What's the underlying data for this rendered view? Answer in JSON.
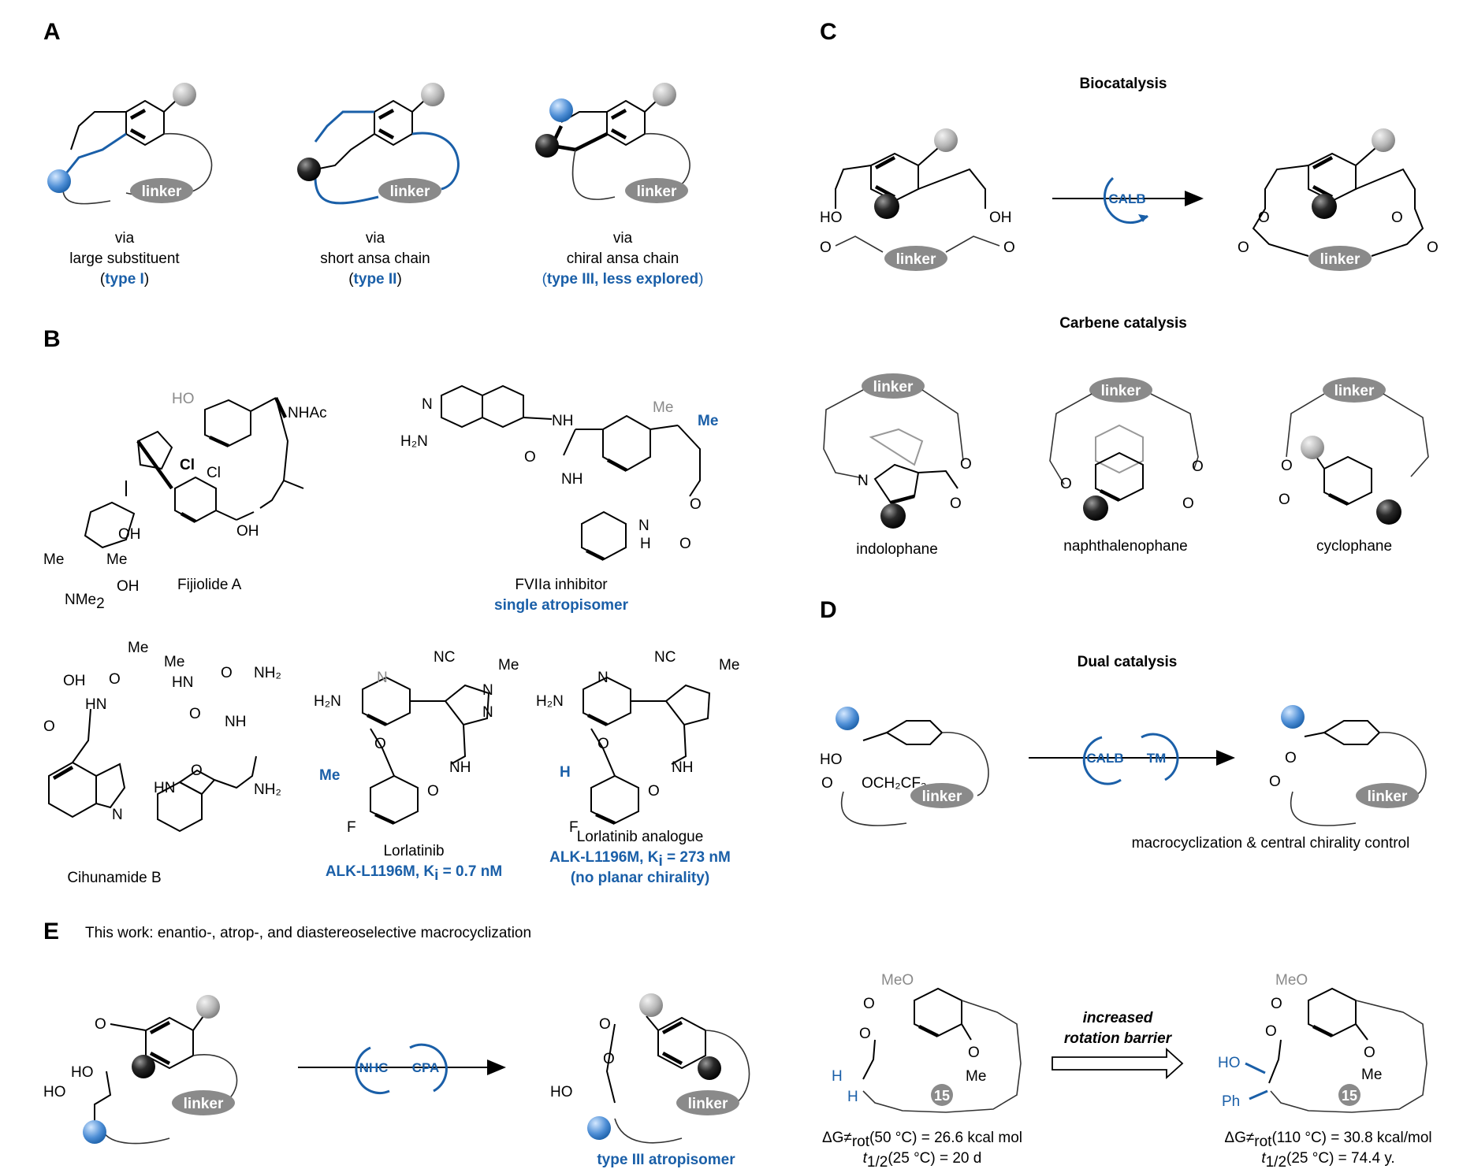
{
  "panel_labels": {
    "a": "A",
    "b": "B",
    "c": "C",
    "d": "D",
    "e": "E"
  },
  "common": {
    "linker": "linker"
  },
  "panel_a": {
    "type1": {
      "line1": "via",
      "line2": "large substituent",
      "open": "(",
      "tag": "type I",
      "close": ")"
    },
    "type2": {
      "line1": "via",
      "line2": "short ansa chain",
      "open": "(",
      "tag": "type II",
      "close": ")"
    },
    "type3": {
      "line1": "via",
      "line2": "chiral ansa chain",
      "open": "(",
      "tag": "type III, less explored",
      "close": ")"
    }
  },
  "panel_b": {
    "fijiolide": {
      "name": "Fijiolide A",
      "ho": "HO",
      "nhac": "NHAc",
      "cl1": "Cl",
      "cl2": "Cl",
      "oh1": "OH",
      "oh2": "OH",
      "oh3": "OH",
      "me1": "Me",
      "me2": "Me",
      "nme2": "NMe",
      "sub2": "2"
    },
    "fviia": {
      "name": "FVIIa inhibitor",
      "note": "single atropisomer",
      "n": "N",
      "h2n": "H₂N",
      "nh1": "NH",
      "nh2": "NH",
      "me_gray": "Me",
      "me_blue": "Me",
      "o1": "O",
      "o2": "O",
      "o3": "O",
      "h": "H",
      "n2": "N"
    },
    "cihunamide": {
      "name": "Cihunamide B",
      "me1": "Me",
      "me2": "Me",
      "oh": "OH",
      "hn1": "HN",
      "nh2": "NH₂",
      "o": "O",
      "n": "N",
      "hn2": "HN",
      "nh": "NH"
    },
    "lorlatinib": {
      "name": "Lorlatinib",
      "activity": "ALK-L1196M, K",
      "ksub": "i",
      "value": " = 0.7 nM",
      "nc": "NC",
      "me": "Me",
      "h2n": "H₂N",
      "n": "N",
      "n2": "N",
      "me_blue": "Me",
      "nh": "NH",
      "f": "F",
      "o": "O"
    },
    "analogue": {
      "name": "Lorlatinib analogue",
      "activity": "ALK-L1196M, K",
      "ksub": "i",
      "value": " = 273 nM",
      "note": "(no planar chirality)",
      "nc": "NC",
      "me": "Me",
      "h2n": "H₂N",
      "n": "N",
      "h_blue": "H",
      "nh": "NH",
      "f": "F",
      "o": "O"
    }
  },
  "panel_c": {
    "biocatalysis": "Biocatalysis",
    "carbene": "Carbene catalysis",
    "calb": "CALB",
    "ho": "HO",
    "oh": "OH",
    "o": "O",
    "n": "N",
    "indolophane": "indolophane",
    "naphthalenophane": "naphthalenophane",
    "cyclophane": "cyclophane"
  },
  "panel_d": {
    "heading": "Dual catalysis",
    "calb": "CALB",
    "tm": "TM",
    "ho": "HO",
    "ester": "OCH₂CF₃",
    "o": "O",
    "caption": "macrocyclization & central chirality control"
  },
  "panel_e": {
    "title": "This work: ",
    "subtitle": "enantio-, atrop-, and diastereoselective macrocyclization",
    "nhc": "NHC",
    "cpa": "CPA",
    "ho": "HO",
    "o": "O",
    "type3": "type III atropisomer",
    "meo": "MeO",
    "me": "Me",
    "h": "H",
    "ph": "Ph",
    "ring_size": "15",
    "arrow_line1": "increased",
    "arrow_line2": "rotation barrier",
    "left_dg": "ΔG≠",
    "rot": "rot",
    "left_dg_val": "(50 °C) = 26.6 kcal mol",
    "t": "t",
    "half": "1/2",
    "left_t_val": "(25 °C) = 20 d",
    "right_dg_val": "(110 °C) = 30.8 kcal/mol",
    "right_t_val": "(25 °C) = 74.4 y."
  }
}
